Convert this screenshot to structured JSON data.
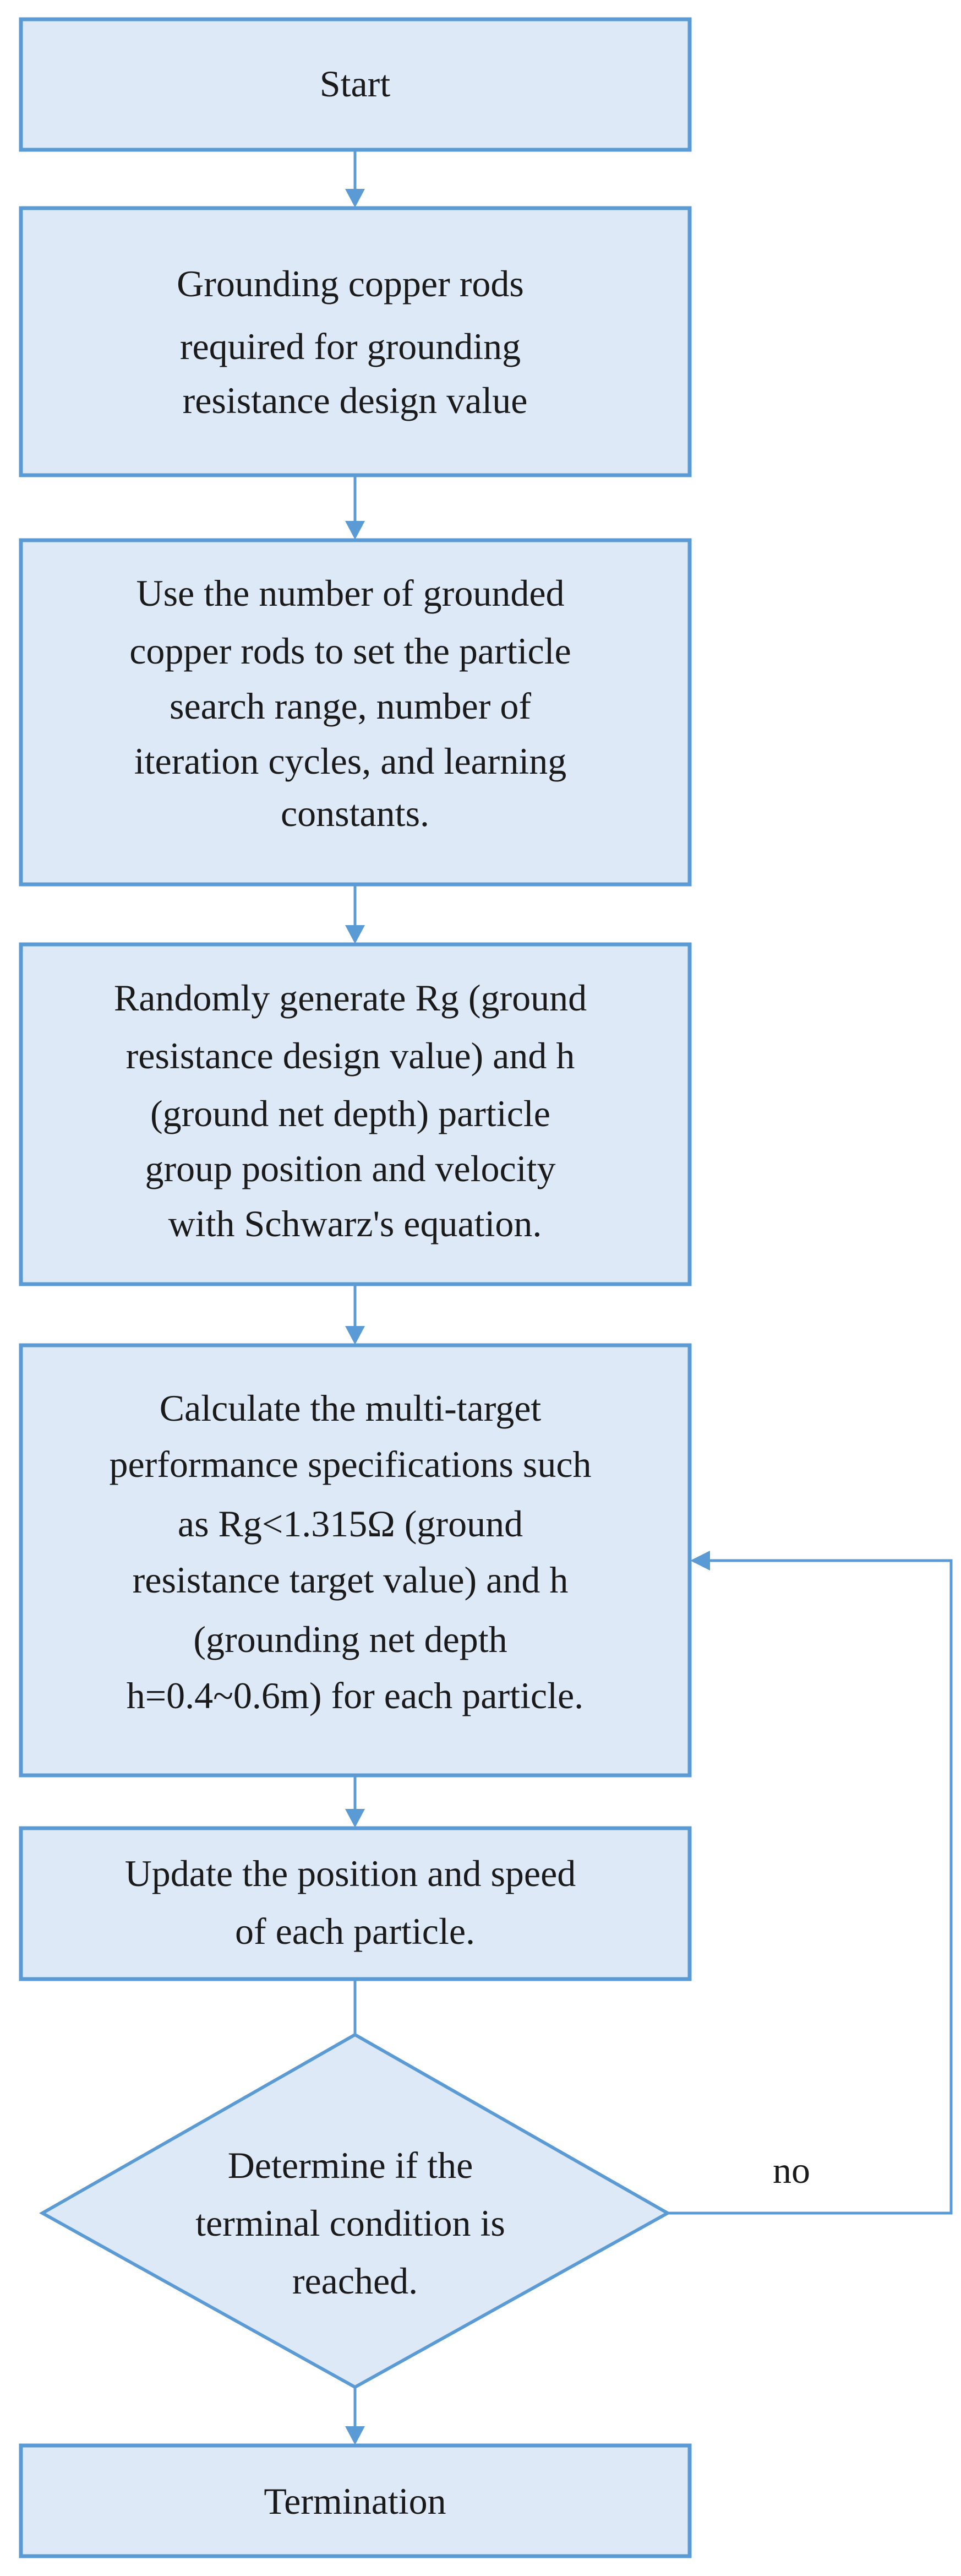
{
  "diagram": {
    "nodes": [
      {
        "id": "start",
        "lines": [
          "Start"
        ]
      },
      {
        "id": "grounding-rods",
        "lines": [
          "Grounding copper rods",
          "required for grounding",
          "resistance design value"
        ]
      },
      {
        "id": "set-parameters",
        "lines": [
          "Use the number of grounded",
          "copper rods to set the particle",
          "search range, number of",
          "iteration cycles, and learning",
          "constants."
        ]
      },
      {
        "id": "generate-particles",
        "lines": [
          "Randomly generate Rg (ground",
          "resistance design value) and h",
          "(ground net depth) particle",
          "group position and velocity",
          "with Schwarz's equation."
        ]
      },
      {
        "id": "calculate-specs",
        "lines": [
          "Calculate the multi-target",
          "performance specifications such",
          "as Rg<1.315Ω (ground",
          "resistance target value) and h",
          "(grounding net depth",
          "h=0.4~0.6m) for each particle."
        ]
      },
      {
        "id": "update-particles",
        "lines": [
          "Update the position and speed",
          "of each particle."
        ]
      },
      {
        "id": "check-condition",
        "lines": [
          "Determine if the",
          "terminal condition is",
          "reached."
        ]
      },
      {
        "id": "termination",
        "lines": [
          "Termination"
        ]
      }
    ],
    "edges": [
      {
        "from": "start",
        "to": "grounding-rods",
        "label": ""
      },
      {
        "from": "grounding-rods",
        "to": "set-parameters",
        "label": ""
      },
      {
        "from": "set-parameters",
        "to": "generate-particles",
        "label": ""
      },
      {
        "from": "generate-particles",
        "to": "calculate-specs",
        "label": ""
      },
      {
        "from": "calculate-specs",
        "to": "update-particles",
        "label": ""
      },
      {
        "from": "update-particles",
        "to": "check-condition",
        "label": ""
      },
      {
        "from": "check-condition",
        "to": "calculate-specs",
        "label": "no"
      },
      {
        "from": "check-condition",
        "to": "termination",
        "label": ""
      }
    ]
  },
  "colors": {
    "node_fill": "#dde9f6",
    "node_border": "#5b9bd5",
    "connector": "#5b9bd5",
    "text": "#1a1a1a"
  }
}
